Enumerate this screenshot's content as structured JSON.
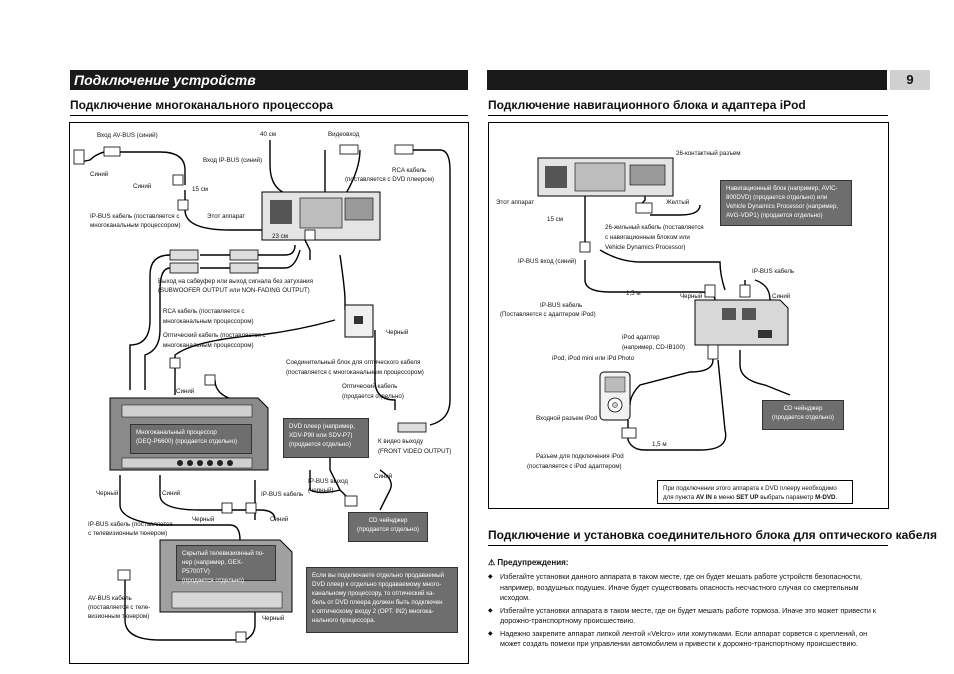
{
  "header": {
    "section_title": "Подключение устройств",
    "page_number": "9"
  },
  "left": {
    "heading": "Подключение многоканального процессора",
    "labels": {
      "av_bus_in": "Вход AV-BUS (синий)",
      "cm40": "40 см",
      "video_in": "Видеовход",
      "ip_bus_in": "Вход IP-BUS (синий)",
      "blue1": "Синий",
      "rca_cable_dvd_1": "RCA кабель",
      "rca_cable_dvd_2": "(поставляется с DVD плеером)",
      "blue2": "Синий",
      "cm15": "15 см",
      "ipbus_cable_1": "IP-BUS кабель (поставляется с",
      "ipbus_cable_2": "многоканальным процессором)",
      "this_unit": "Этот аппарат",
      "cm23": "23 см",
      "sub_out_1": "Выход на сабвуфер или выход сигнала без затухания",
      "sub_out_2": "(SUBWOOFER OUTPUT или NON-FADING OUTPUT)",
      "rca_proc_1": "RCA кабель (поставляется с",
      "rca_proc_2": "многоканальным процессором)",
      "optical_1": "Оптический кабель (поставляется с",
      "optical_2": "многоканальным процессором)",
      "black1": "Черный",
      "optical_box_1": "Соединительный блок для оптического кабеля",
      "optical_box_2": "(поставляется с многоканальным процессором)",
      "opt_sep_1": "Оптический кабель",
      "opt_sep_2": "(продается отдельно)",
      "blue3": "Синий",
      "to_video_out_1": "К видео выходу",
      "to_video_out_2": "(FRONT VIDEO OUTPUT)",
      "black2": "Черный",
      "blue4": "Синий",
      "ipbus_cable": "IP-BUS кабель",
      "ipbus_out_1": "IP-BUS выход",
      "ipbus_out_2": "(черный)",
      "blue5": "Синий",
      "ipbus_tv_1": "IP-BUS кабель (поставляется",
      "ipbus_tv_2": "с телевизионным тюнером)",
      "black3": "Черный",
      "blue6": "Синий",
      "avbus_tv_1": "AV-BUS кабель",
      "avbus_tv_2": "(поставляется с теле-",
      "avbus_tv_3": "визионным тюнером)",
      "black4": "Черный"
    },
    "boxes": {
      "processor_1": "Многоканальный процессор",
      "processor_2": "(DEQ-P6600) (продается отдельно)",
      "dvd_1": "DVD плеер (например,",
      "dvd_2": "XDV-P9II или SDV-P7)",
      "dvd_3": "(продается отдельно)",
      "cd_1": "CD чейнджер",
      "cd_2": "(продается отдельно)",
      "tuner_1": "Скрытый телевизионный по-",
      "tuner_2": "нер (например, GEX-P5700TV)",
      "tuner_3": "(продается отдельно)",
      "note_1": "Если вы подключаете отдельно продаваемый",
      "note_2": "DVD плеер к отдельно продаваемому много-",
      "note_3": "канальному процессору, то оптический ка-",
      "note_4": "бель от DVD плеера должен быть подключен",
      "note_5": "к оптическому входу 2 (OPT. IN2) многока-",
      "note_6": "нального процессора."
    }
  },
  "right": {
    "heading": "Подключение навигационного блока и адаптера iPod",
    "labels": {
      "pin26": "26-контактный разъем",
      "this_unit": "Этот аппарат",
      "yellow": "Желтый",
      "cm15": "15 см",
      "cable26_1": "26-жильный кабель (поставляется",
      "cable26_2": "с навигационным блоком или",
      "cable26_3": "Vehicle Dynamics Processor)",
      "ipbus_in": "IP-BUS вход (синий)",
      "ipbus_cable": "IP-BUS кабель",
      "m15a": "1,5 м",
      "black": "Черный",
      "blue": "Синий",
      "ipbus_ipod_1": "IP-BUS кабель",
      "ipbus_ipod_2": "(Поставляется с адаптером iPod)",
      "adapter_1": "iPod адаптер",
      "adapter_2": "(например, CD-IB100)",
      "ipods": "iPod, iPod mini или iPd Photo",
      "ipod_in": "Входной разъем iPod",
      "m15b": "1,5 м",
      "ipod_conn_1": "Разъем для подключения iPod",
      "ipod_conn_2": "(поставляется с iPod адаптером)"
    },
    "boxes": {
      "nav_1": "Навигационный блок (например, AVIC-",
      "nav_2": "800DVD) (продается отдельно) или",
      "nav_3": "Vehicle Dynamics Processor (например,",
      "nav_4": "AVG-VDP1) (продается отдельно)",
      "cd_1": "CD чейнджер",
      "cd_2": "(продается отдельно)",
      "note_a": "При подключении этого аппарата к DVD плееру необходимо",
      "note_b": "для пункта ",
      "note_c": "AV IN",
      "note_d": " в меню ",
      "note_e": "SET UP",
      "note_f": " выбрать параметр ",
      "note_g": "M-DVD",
      "note_h": "."
    },
    "heading2": "Подключение и установка соединительного блока для оптического кабеля",
    "warnings_title": "Предупреждения:",
    "warnings": [
      "Избегайте установки данного аппарата в таком месте, где он будет мешать работе устройств безопасности, например, воздушных подушек. Иначе будет существовать опасность несчастного случая со смертельным исходом.",
      "Избегайте установки аппарата в таком месте, где он будет мешать работе тормоза. Иначе это может привести к дорожно-транспортному происшествию.",
      "Надежно закрепите аппарат липкой лентой «Velcro» или хомутиками. Если аппарат сорвется с креплений, он может создать помехи при управлении автомобилем и привести к дорожно-транспортному происшествию."
    ]
  }
}
